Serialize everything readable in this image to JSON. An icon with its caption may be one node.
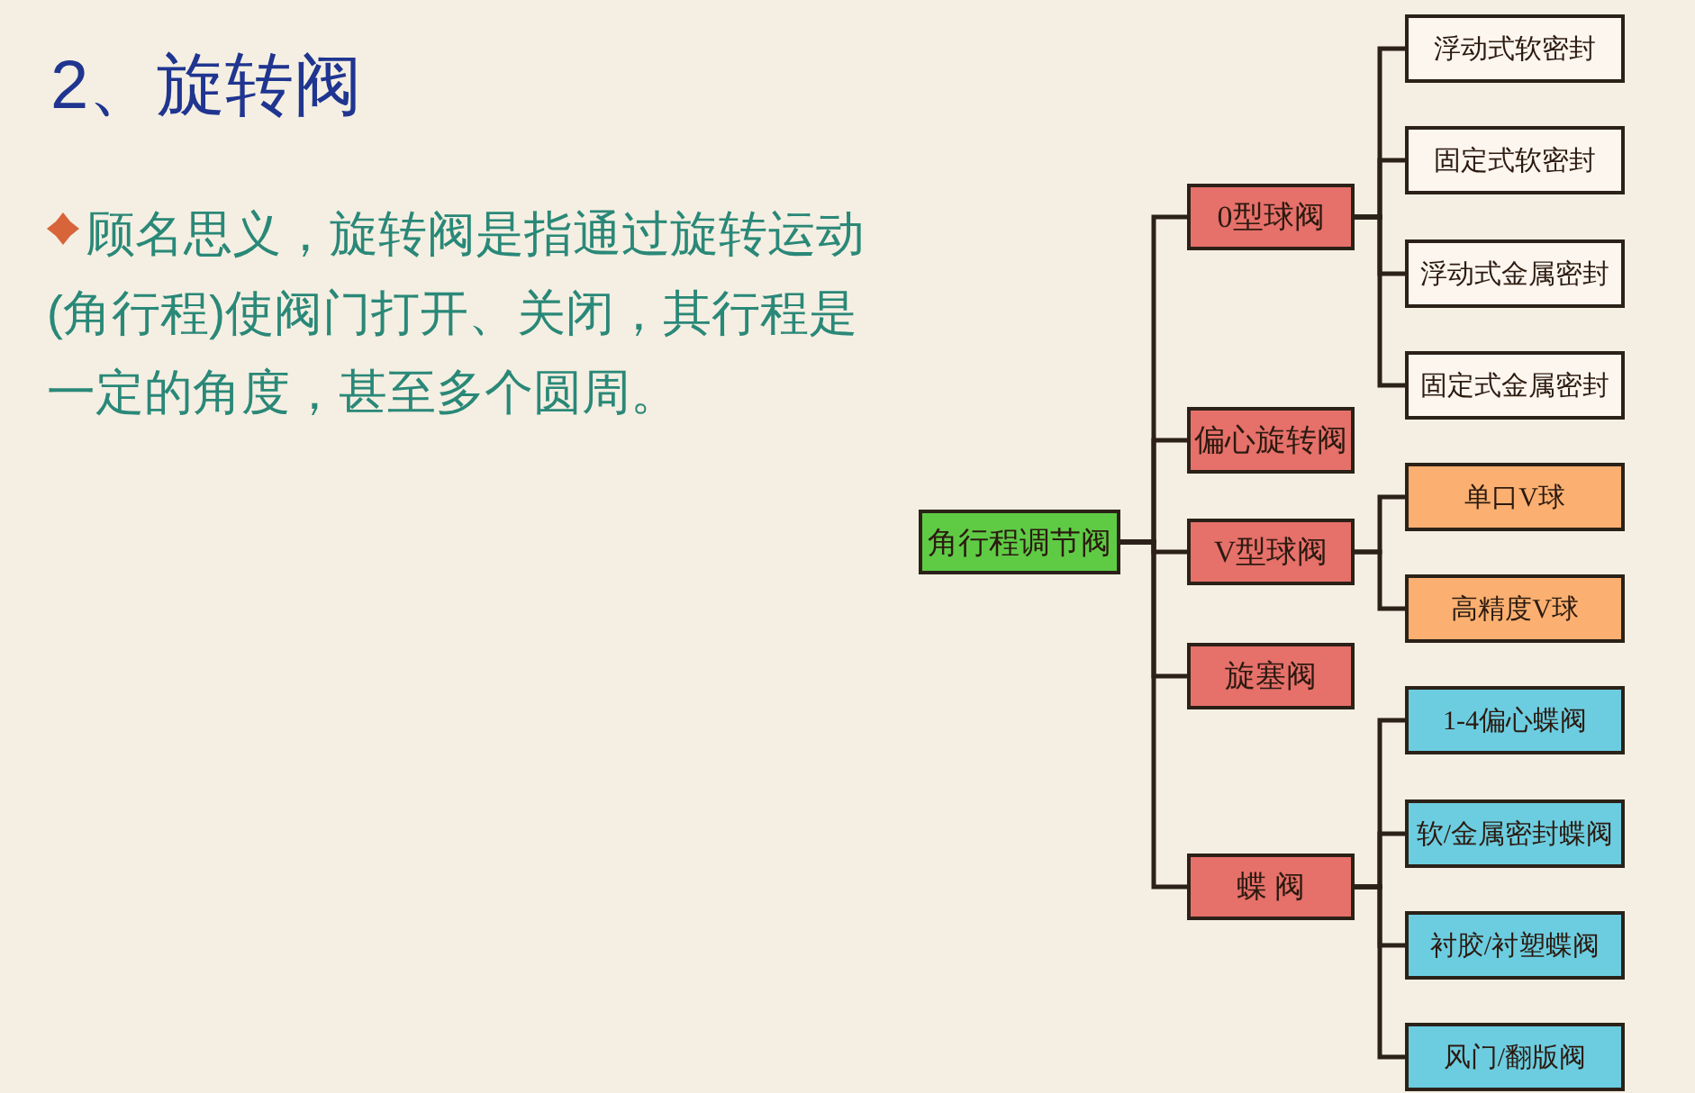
{
  "diagram": {
    "title": "2、旋转阀",
    "nodes": [
      {
        "text": [
          "角行程调节阀"
        ]
      },
      {
        "text": [
          "0型球阀"
        ]
      },
      {
        "text": [
          "浮动式软密封"
        ]
      },
      {
        "text": [
          "固定式软密封"
        ]
      },
      {
        "text": [
          "浮动式金属密封"
        ]
      },
      {
        "text": [
          "固定式金属密封"
        ]
      },
      {
        "text": [
          "偏心旋转阀"
        ]
      },
      {
        "text": [
          "V型球阀"
        ]
      },
      {
        "text": [
          "单口V球"
        ]
      },
      {
        "text": [
          "高精度V球"
        ]
      },
      {
        "text": [
          "旋塞阀"
        ]
      },
      {
        "text": [
          "蝶 阀"
        ]
      },
      {
        "text": [
          "1-4偏心蝶阀"
        ]
      },
      {
        "text": [
          "软/金属密封蝶阀"
        ]
      },
      {
        "text": [
          "衬胶/衬塑蝶阀"
        ]
      },
      {
        "text": [
          "风门/翻版阀"
        ]
      }
    ],
    "edges": [
      {
        "from": 0,
        "to": 1,
        "arrow": "none"
      },
      {
        "from": 0,
        "to": 6,
        "arrow": "none"
      },
      {
        "from": 0,
        "to": 7,
        "arrow": "none"
      },
      {
        "from": 0,
        "to": 10,
        "arrow": "none"
      },
      {
        "from": 0,
        "to": 11,
        "arrow": "none"
      },
      {
        "from": 1,
        "to": 2,
        "arrow": "none"
      },
      {
        "from": 1,
        "to": 3,
        "arrow": "none"
      },
      {
        "from": 1,
        "to": 4,
        "arrow": "none"
      },
      {
        "from": 1,
        "to": 5,
        "arrow": "none"
      },
      {
        "from": 7,
        "to": 8,
        "arrow": "none"
      },
      {
        "from": 7,
        "to": 9,
        "arrow": "none"
      },
      {
        "from": 11,
        "to": 12,
        "arrow": "none"
      },
      {
        "from": 11,
        "to": 13,
        "arrow": "none"
      },
      {
        "from": 11,
        "to": 14,
        "arrow": "none"
      },
      {
        "from": 11,
        "to": 15,
        "arrow": "none"
      }
    ],
    "labels": [
      "顾名思义，旋转阀是指通过旋转运动(角行程)使阀门打开、关闭，其行程是一定的角度，甚至多个圆周。"
    ]
  }
}
